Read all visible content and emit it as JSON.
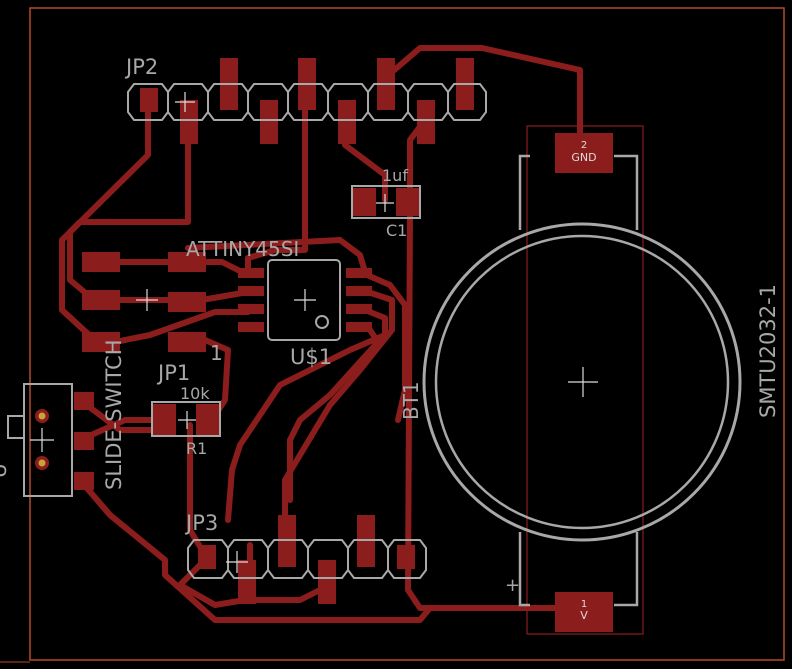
{
  "board": {
    "colors": {
      "background": "#000000",
      "copper": "#8b1d1d",
      "silkscreen": "#a8a8a8",
      "outline": "#b24a2a",
      "pad_text": "#dcdcdc"
    }
  },
  "labels": {
    "jp2": "JP2",
    "jp1": "JP1",
    "jp3": "JP3",
    "attiny": "ATTINY45SI",
    "u1": "U$1",
    "pin1_mark": "1",
    "c1_value": "1uf",
    "c1_name": "C1",
    "r1_value": "10k",
    "r1_name": "R1",
    "bt1": "BT1",
    "slide_switch": "SLIDE-SWITCH",
    "smtu": "SMTU2032-1",
    "u_partial": "U",
    "gnd_num": "2",
    "gnd_text": "GND",
    "v_num": "1",
    "v_text": "V",
    "plus_mark": "+"
  }
}
